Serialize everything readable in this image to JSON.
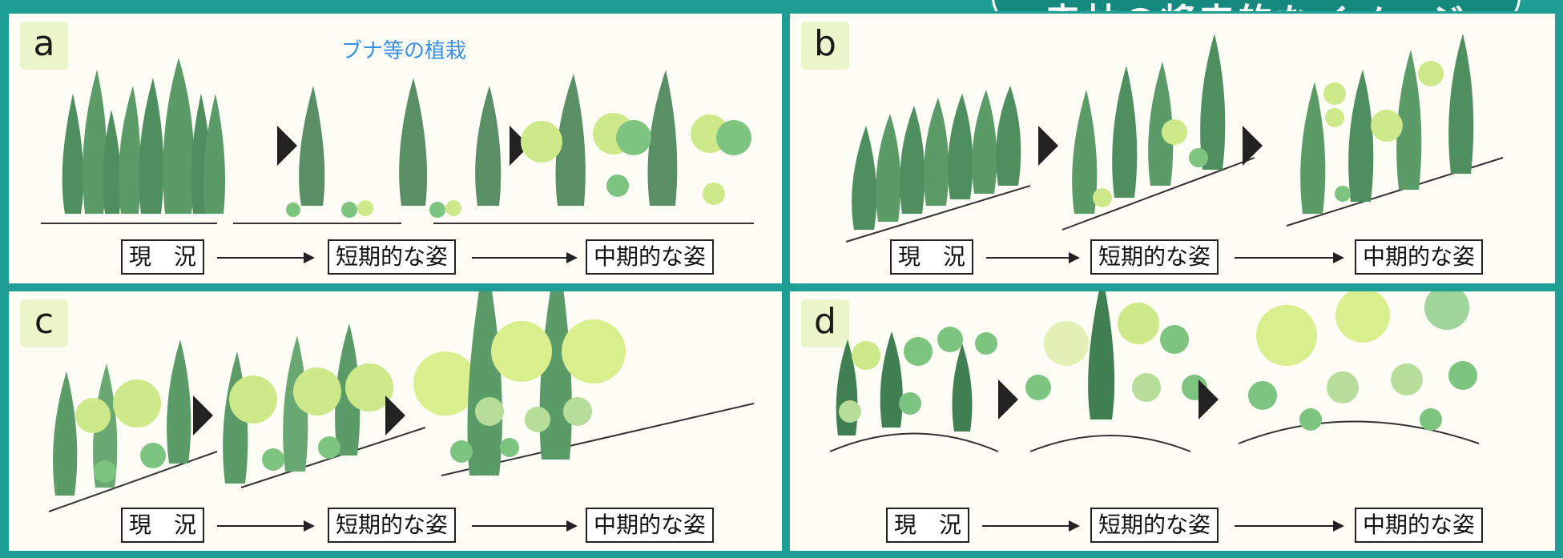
{
  "title": "森林の将来的なイメージ",
  "stage_labels": {
    "current": "現　況",
    "short_term": "短期的な姿",
    "mid_term": "中期的な姿"
  },
  "panels": [
    {
      "letter": "a",
      "note": "ブナ等の植栽"
    },
    {
      "letter": "b"
    },
    {
      "letter": "c"
    },
    {
      "letter": "d"
    }
  ],
  "colors": {
    "frame": "#1f9e96",
    "conifer": "#4f8f5f",
    "broadleaf_light": "#cde98a",
    "broadleaf_green": "#7cc47f",
    "panel_bg": "#fdfdf6",
    "letter_bg": "#eaf5c9",
    "note": "#3a8fe0"
  }
}
